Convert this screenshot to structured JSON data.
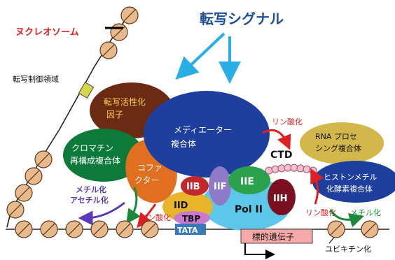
{
  "title": "転写シグナル",
  "labels": {
    "nucleosome": "ヌクレオソーム",
    "regulatory_region": "転写制御領域",
    "activator_line1": "転写活性化",
    "activator_line2": "因子",
    "remodeler_line1": "クロマチン",
    "remodeler_line2": "再構成複合体",
    "mediator_line1": "メディエーター",
    "mediator_line2": "複合体",
    "cofactor_line1": "コファ",
    "cofactor_line2": "クター",
    "phos_top": "リン酸化",
    "ctd": "CTD",
    "rna_proc_line1": "RNA プロセ",
    "rna_proc_line2": "シング複合体",
    "hmt_line1": "ヒストンメチル",
    "hmt_line2": "化酵素複合体",
    "methyl_acetyl_line1": "メチル化",
    "methyl_acetyl_line2": "アセチル化",
    "phos_left": "リン酸化",
    "phos_right": "リン酸化",
    "methyl_right": "メチル化",
    "ubiquitin": "ユビキチン化",
    "target_gene": "標的遺伝子",
    "iib": "IIB",
    "iif": "IIF",
    "iie": "IIE",
    "iid": "IID",
    "tbp": "TBP",
    "tata": "TATA",
    "pol2": "Pol II",
    "iih": "IIH"
  },
  "colors": {
    "title": "#1f4e9a",
    "nucleosome": "#e8b98a",
    "mediator": "#1f3f9e",
    "activator": "#6b2b12",
    "remodeler": "#0d7a3a",
    "cofactor": "#e0701f",
    "iib": "#c0282e",
    "iif": "#8e7ac7",
    "iie": "#2aa14a",
    "iid": "#e8b52a",
    "tbp": "#c87ad0",
    "tata": "#3a78b8",
    "pol2": "#5cc7e8",
    "iih": "#7a1020",
    "rna_proc": "#d2b84a",
    "hmt": "#1f3f9e",
    "target_gene": "#f7a8a8",
    "arrow_blue": "#29aee6",
    "arrow_red": "#e02020",
    "arrow_green": "#1a8a3a",
    "arrow_purple": "#5a3ab8"
  }
}
